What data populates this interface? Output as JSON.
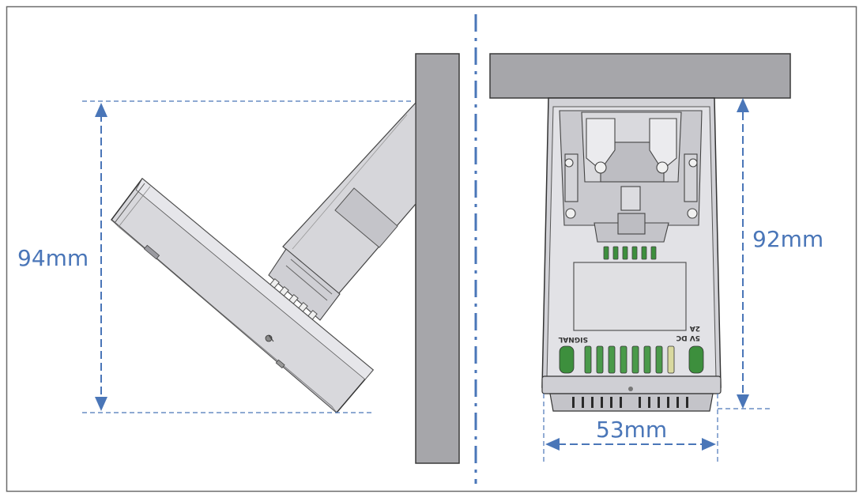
{
  "dimensions": {
    "left_height": "94mm",
    "right_height": "92mm",
    "right_width": "53mm"
  },
  "pcb_labels": {
    "signal": "SIGNAL",
    "power": "5V DC",
    "current": "2A"
  },
  "colors": {
    "dimension": "#4a76b8",
    "wall_fill": "#a6a6aa",
    "wall_stroke": "#3a3a3a",
    "device_fill": "#d6d6da",
    "device_dark": "#b9b9bf",
    "pcb_green": "#3d8f3d",
    "frame": "#6b6b6b"
  }
}
